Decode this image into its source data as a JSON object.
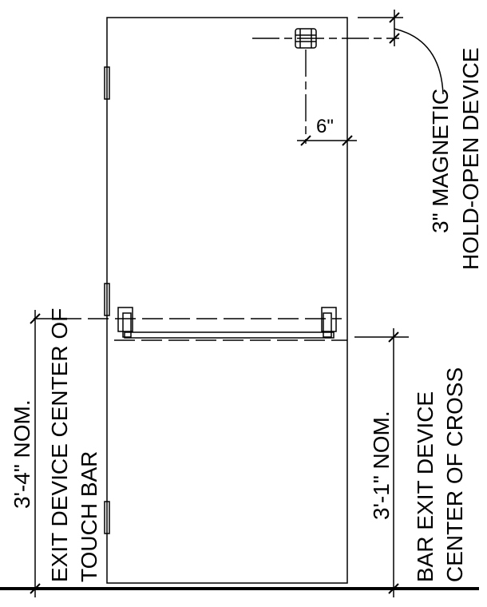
{
  "labels": {
    "magnetic_dimension": "6\"",
    "magnetic_line1": "3\" MAGNETIC",
    "magnetic_line2": "HOLD-OPEN DEVICE",
    "left_dimension": "3'-4\" NOM.",
    "left_line1": "EXIT DEVICE CENTER OF",
    "left_line2": "TOUCH BAR",
    "right_dimension": "3'-1\" NOM.",
    "right_line1": "BAR EXIT DEVICE",
    "right_line2": "CENTER OF CROSS"
  }
}
